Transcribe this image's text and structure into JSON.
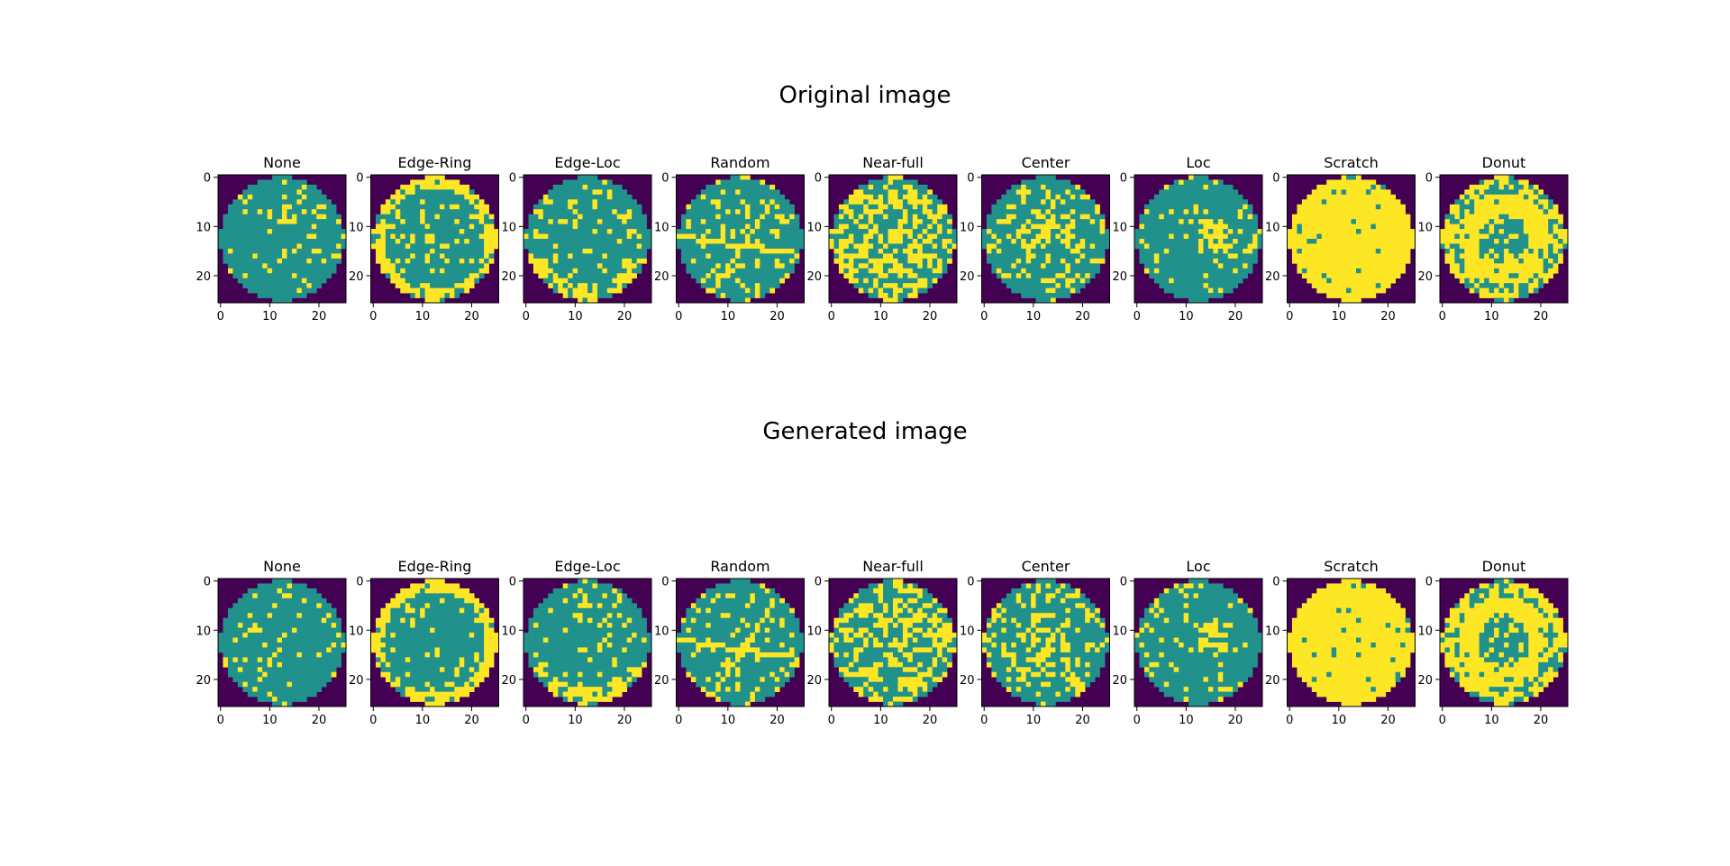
{
  "rows": [
    {
      "title": "Original image"
    },
    {
      "title": "Generated image"
    }
  ],
  "chart_data": {
    "type": "heatmap",
    "description": "wafer maps",
    "grid_size": 26,
    "categories": [
      "None",
      "Edge-Ring",
      "Edge-Loc",
      "Random",
      "Near-full",
      "Center",
      "Loc",
      "Scratch",
      "Donut"
    ],
    "axis_ticks": {
      "x": [
        0,
        10,
        20
      ],
      "y": [
        0,
        10,
        20
      ]
    },
    "colormap": "viridis",
    "value_levels": [
      0,
      1,
      2
    ],
    "colors": {
      "background": "#440154",
      "normal": "#21918c",
      "defect": "#fde725"
    },
    "panels": [
      {
        "row": "Original image",
        "label": "None",
        "defect_fraction": 0.12,
        "pattern": "none"
      },
      {
        "row": "Original image",
        "label": "Edge-Ring",
        "defect_fraction": 0.15,
        "pattern": "edge-ring"
      },
      {
        "row": "Original image",
        "label": "Edge-Loc",
        "defect_fraction": 0.14,
        "pattern": "edge-loc"
      },
      {
        "row": "Original image",
        "label": "Random",
        "defect_fraction": 0.18,
        "pattern": "random"
      },
      {
        "row": "Original image",
        "label": "Near-full",
        "defect_fraction": 0.45,
        "pattern": "near-full"
      },
      {
        "row": "Original image",
        "label": "Center",
        "defect_fraction": 0.28,
        "pattern": "center"
      },
      {
        "row": "Original image",
        "label": "Loc",
        "defect_fraction": 0.14,
        "pattern": "loc"
      },
      {
        "row": "Original image",
        "label": "Scratch",
        "defect_fraction": 0.96,
        "pattern": "scratch"
      },
      {
        "row": "Original image",
        "label": "Donut",
        "defect_fraction": 0.35,
        "pattern": "donut"
      },
      {
        "row": "Generated image",
        "label": "None",
        "defect_fraction": 0.12,
        "pattern": "none"
      },
      {
        "row": "Generated image",
        "label": "Edge-Ring",
        "defect_fraction": 0.16,
        "pattern": "edge-ring"
      },
      {
        "row": "Generated image",
        "label": "Edge-Loc",
        "defect_fraction": 0.15,
        "pattern": "edge-loc"
      },
      {
        "row": "Generated image",
        "label": "Random",
        "defect_fraction": 0.18,
        "pattern": "random"
      },
      {
        "row": "Generated image",
        "label": "Near-full",
        "defect_fraction": 0.45,
        "pattern": "near-full"
      },
      {
        "row": "Generated image",
        "label": "Center",
        "defect_fraction": 0.28,
        "pattern": "center"
      },
      {
        "row": "Generated image",
        "label": "Loc",
        "defect_fraction": 0.15,
        "pattern": "loc"
      },
      {
        "row": "Generated image",
        "label": "Scratch",
        "defect_fraction": 0.95,
        "pattern": "scratch"
      },
      {
        "row": "Generated image",
        "label": "Donut",
        "defect_fraction": 0.36,
        "pattern": "donut"
      }
    ]
  }
}
